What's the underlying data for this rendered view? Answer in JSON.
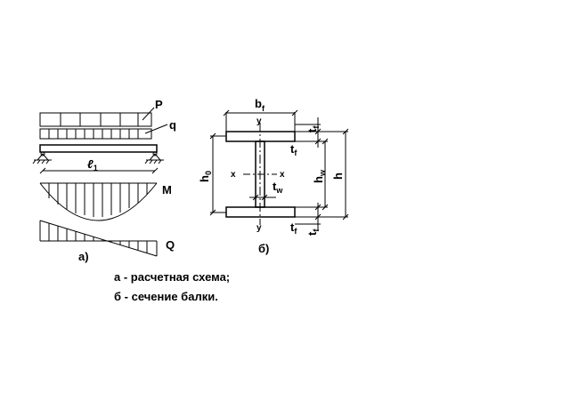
{
  "scheme": {
    "load_P": "P",
    "load_q": "q",
    "span_main": "ℓ",
    "span_sub": "1",
    "moment": "M",
    "shear": "Q",
    "caption": "а)"
  },
  "section": {
    "b_main": "b",
    "b_sub": "f",
    "tf_main": "t",
    "tf_sub": "f",
    "tw_main": "t",
    "tw_sub": "w",
    "h0_main": "h",
    "h0_sub": "0",
    "hw_main": "h",
    "hw_sub": "w",
    "h": "h",
    "axis_x": "x",
    "axis_y": "y",
    "caption": "б)"
  },
  "legend": {
    "line1": "а - расчетная схема;",
    "line2": "б - сечение балки."
  }
}
